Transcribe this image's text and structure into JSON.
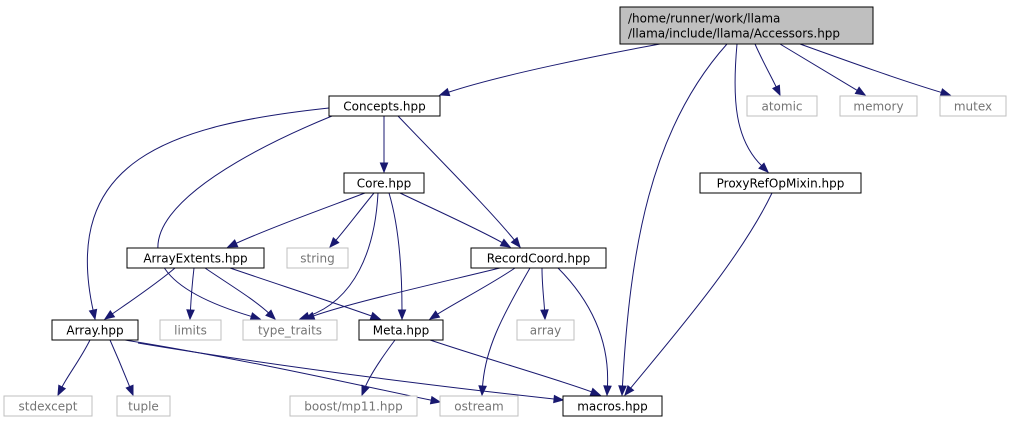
{
  "graph": {
    "nodes": [
      {
        "id": "accessors",
        "lines": [
          "/home/runner/work/llama",
          "/llama/include/llama/Accessors.hpp"
        ],
        "kind": "root"
      },
      {
        "id": "concepts",
        "lines": [
          "Concepts.hpp"
        ],
        "kind": "file"
      },
      {
        "id": "atomic",
        "lines": [
          "atomic"
        ],
        "kind": "system"
      },
      {
        "id": "memory",
        "lines": [
          "memory"
        ],
        "kind": "system"
      },
      {
        "id": "mutex",
        "lines": [
          "mutex"
        ],
        "kind": "system"
      },
      {
        "id": "core",
        "lines": [
          "Core.hpp"
        ],
        "kind": "file"
      },
      {
        "id": "proxyref",
        "lines": [
          "ProxyRefOpMixin.hpp"
        ],
        "kind": "file"
      },
      {
        "id": "arrayextents",
        "lines": [
          "ArrayExtents.hpp"
        ],
        "kind": "file"
      },
      {
        "id": "string",
        "lines": [
          "string"
        ],
        "kind": "system"
      },
      {
        "id": "recordcoord",
        "lines": [
          "RecordCoord.hpp"
        ],
        "kind": "file"
      },
      {
        "id": "array_hpp",
        "lines": [
          "Array.hpp"
        ],
        "kind": "file"
      },
      {
        "id": "limits",
        "lines": [
          "limits"
        ],
        "kind": "system"
      },
      {
        "id": "type_traits",
        "lines": [
          "type_traits"
        ],
        "kind": "system"
      },
      {
        "id": "meta",
        "lines": [
          "Meta.hpp"
        ],
        "kind": "file"
      },
      {
        "id": "array_std",
        "lines": [
          "array"
        ],
        "kind": "system"
      },
      {
        "id": "stdexcept",
        "lines": [
          "stdexcept"
        ],
        "kind": "system"
      },
      {
        "id": "tuple",
        "lines": [
          "tuple"
        ],
        "kind": "system"
      },
      {
        "id": "mp11",
        "lines": [
          "boost/mp11.hpp"
        ],
        "kind": "system"
      },
      {
        "id": "ostream",
        "lines": [
          "ostream"
        ],
        "kind": "system"
      },
      {
        "id": "macros",
        "lines": [
          "macros.hpp"
        ],
        "kind": "file"
      }
    ],
    "edges": [
      {
        "from": "accessors",
        "to": "concepts"
      },
      {
        "from": "accessors",
        "to": "atomic"
      },
      {
        "from": "accessors",
        "to": "memory"
      },
      {
        "from": "accessors",
        "to": "mutex"
      },
      {
        "from": "accessors",
        "to": "proxyref"
      },
      {
        "from": "accessors",
        "to": "macros"
      },
      {
        "from": "concepts",
        "to": "core"
      },
      {
        "from": "concepts",
        "to": "recordcoord"
      },
      {
        "from": "concepts",
        "to": "array_hpp"
      },
      {
        "from": "concepts",
        "to": "type_traits"
      },
      {
        "from": "core",
        "to": "arrayextents"
      },
      {
        "from": "core",
        "to": "string"
      },
      {
        "from": "core",
        "to": "recordcoord"
      },
      {
        "from": "core",
        "to": "type_traits"
      },
      {
        "from": "core",
        "to": "meta"
      },
      {
        "from": "proxyref",
        "to": "macros"
      },
      {
        "from": "arrayextents",
        "to": "array_hpp"
      },
      {
        "from": "arrayextents",
        "to": "limits"
      },
      {
        "from": "arrayextents",
        "to": "type_traits"
      },
      {
        "from": "arrayextents",
        "to": "meta"
      },
      {
        "from": "recordcoord",
        "to": "type_traits"
      },
      {
        "from": "recordcoord",
        "to": "meta"
      },
      {
        "from": "recordcoord",
        "to": "array_std"
      },
      {
        "from": "recordcoord",
        "to": "ostream"
      },
      {
        "from": "recordcoord",
        "to": "macros"
      },
      {
        "from": "array_hpp",
        "to": "stdexcept"
      },
      {
        "from": "array_hpp",
        "to": "tuple"
      },
      {
        "from": "array_hpp",
        "to": "ostream"
      },
      {
        "from": "array_hpp",
        "to": "macros"
      },
      {
        "from": "meta",
        "to": "mp11"
      },
      {
        "from": "meta",
        "to": "macros"
      }
    ]
  }
}
